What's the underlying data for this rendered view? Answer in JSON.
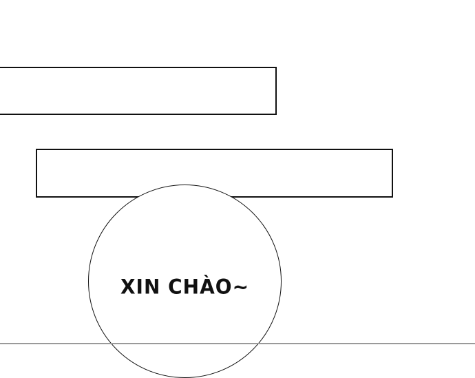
{
  "panels": [
    {
      "name": "upper-caption-box",
      "text": ""
    },
    {
      "name": "lower-caption-box",
      "text": ""
    }
  ],
  "speech_bubble": {
    "text": "XIN CHÀO~"
  },
  "colors": {
    "background": "#ffffff",
    "outline": "#111111",
    "bottom_border": "#9a9a9a"
  }
}
